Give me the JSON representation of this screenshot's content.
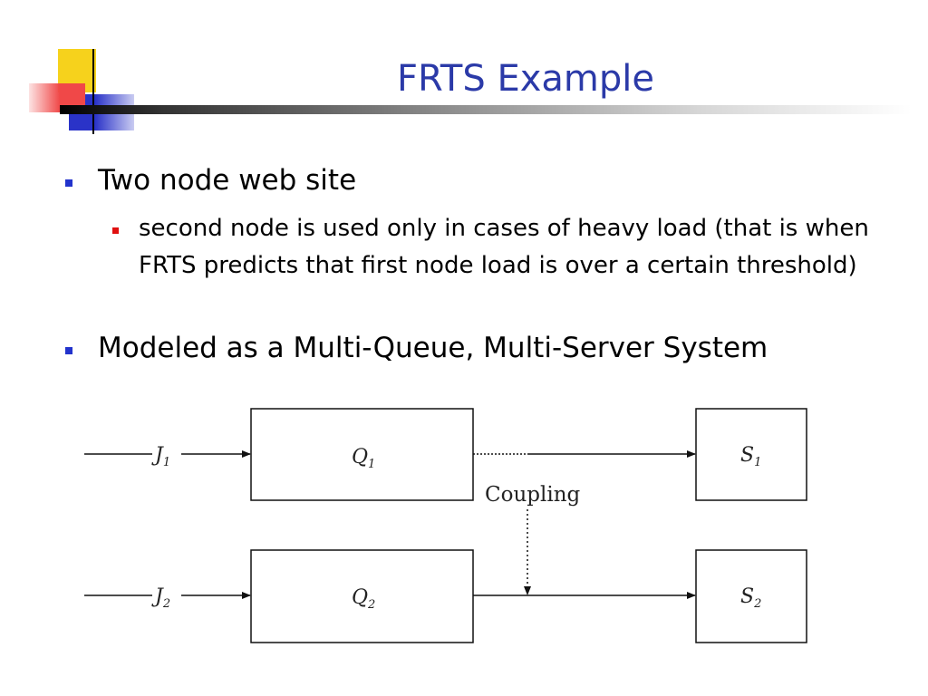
{
  "title": "FRTS Example",
  "bullets": [
    {
      "text": "Two node web site",
      "sub": [
        " second node is used only in cases of heavy load (that is when FRTS predicts that first node load is over a certain threshold)"
      ]
    },
    {
      "text": "Modeled as a Multi-Queue, Multi-Server System",
      "sub": []
    }
  ],
  "diagram": {
    "job1": "J",
    "job1_sub": "1",
    "job2": "J",
    "job2_sub": "2",
    "queue1": "Q",
    "queue1_sub": "1",
    "queue2": "Q",
    "queue2_sub": "2",
    "server1": "S",
    "server1_sub": "1",
    "server2": "S",
    "server2_sub": "2",
    "coupling_label": "Coupling"
  },
  "colors": {
    "title": "#2b3aa8",
    "bullet_level1": "#2233cc",
    "bullet_level2": "#e01010",
    "deco_yellow": "#f7d21a",
    "deco_blue": "#2a33c8",
    "deco_red": "#ef4444"
  }
}
